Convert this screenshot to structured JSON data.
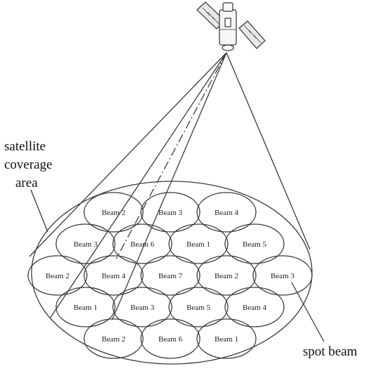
{
  "labels": {
    "coverage": [
      "satellite",
      "coverage",
      "area"
    ],
    "spot_beam": "spot beam"
  },
  "beams": [
    "Beam 2",
    "Beam 3",
    "Beam 4",
    "Beam 3",
    "Beam 6",
    "Beam 1",
    "Beam 5",
    "Beam 2",
    "Beam 4",
    "Beam 7",
    "Beam 2",
    "Beam 3",
    "Beam 1",
    "Beam 3",
    "Beam 5",
    "Beam 4",
    "Beam 2",
    "Beam 6",
    "Beam 1"
  ]
}
